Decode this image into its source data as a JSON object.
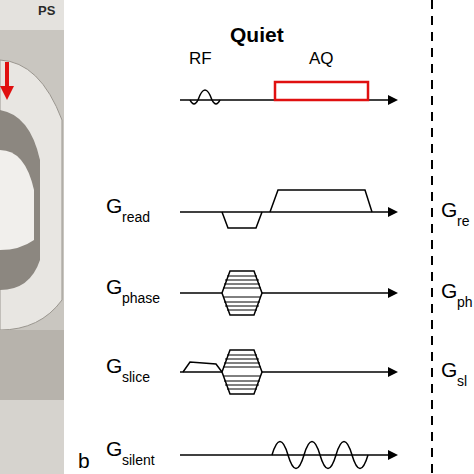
{
  "diagram": {
    "title": "Quiet",
    "labels": [
      "PS",
      "RF",
      "AQ",
      "G",
      "read",
      "G",
      "phase",
      "G",
      "slice",
      "G",
      "silent",
      "b",
      "G",
      "re",
      "G",
      "ph",
      "G",
      "sl"
    ]
  }
}
